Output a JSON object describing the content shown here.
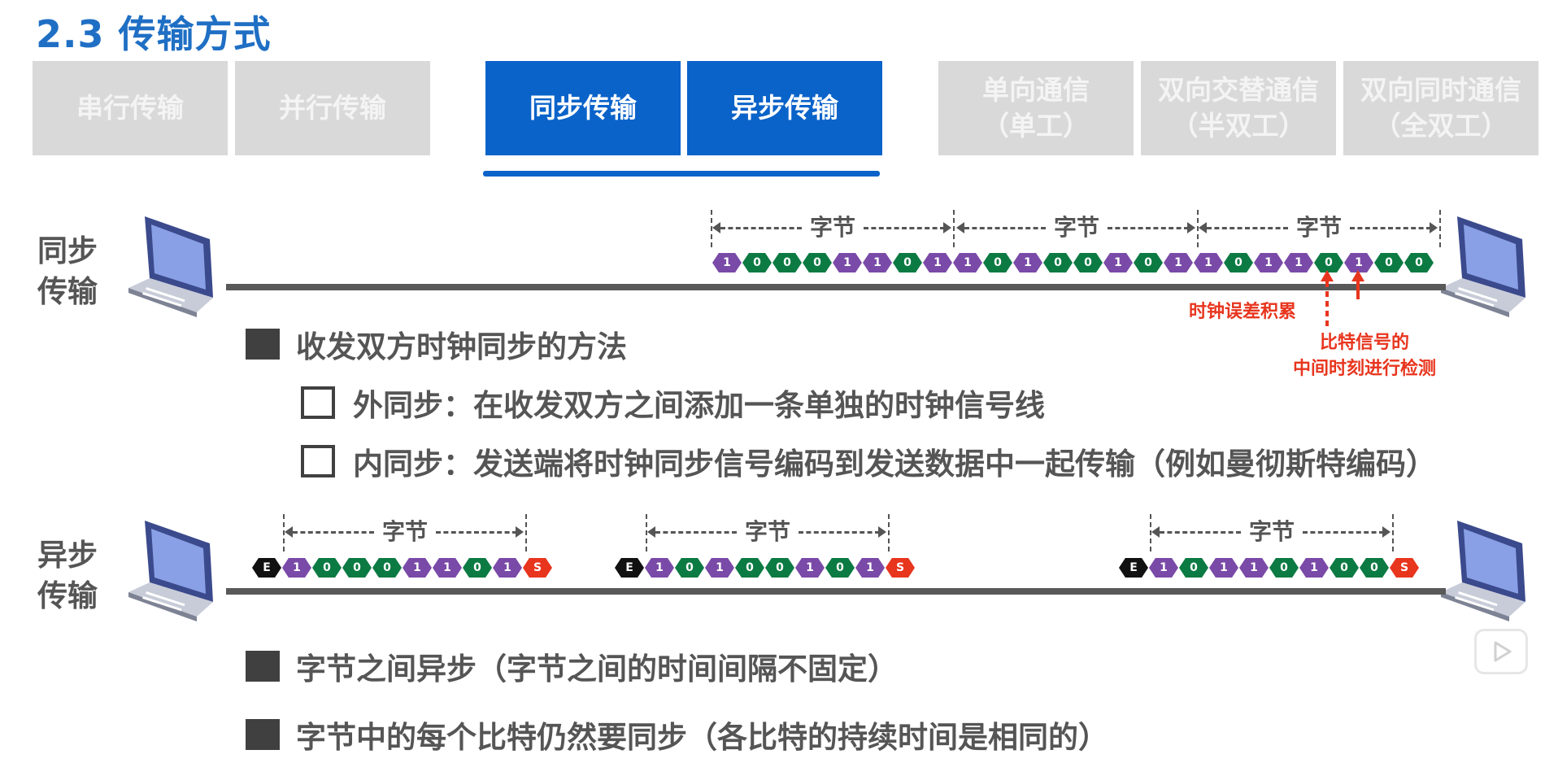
{
  "title": "2.3 传输方式",
  "tabs": [
    {
      "label": "串行传输",
      "sub": ""
    },
    {
      "label": "并行传输",
      "sub": ""
    },
    {
      "label": "同步传输",
      "sub": ""
    },
    {
      "label": "异步传输",
      "sub": ""
    },
    {
      "label": "单向通信",
      "sub": "（单工）"
    },
    {
      "label": "双向交替通信",
      "sub": "（半双工）"
    },
    {
      "label": "双向同时通信",
      "sub": "（全双工）"
    }
  ],
  "sync": {
    "label_line1": "同步",
    "label_line2": "传输",
    "byte_label": "字节",
    "bits": [
      "1",
      "0",
      "0",
      "0",
      "1",
      "1",
      "0",
      "1",
      "1",
      "0",
      "1",
      "0",
      "0",
      "1",
      "0",
      "1",
      "1",
      "0",
      "1",
      "1",
      "0",
      "1",
      "0",
      "0"
    ],
    "note_error": "时钟误差积累",
    "note_mid_line1": "比特信号的",
    "note_mid_line2": "中间时刻进行检测",
    "heading": "收发双方时钟同步的方法",
    "item1": "外同步：在收发双方之间添加一条单独的时钟信号线",
    "item2": "内同步：发送端将时钟同步信号编码到发送数据中一起传输（例如曼彻斯特编码）"
  },
  "async": {
    "label_line1": "异步",
    "label_line2": "传输",
    "byte_label": "字节",
    "start_bit": "E",
    "stop_bit": "S",
    "frames": [
      [
        "1",
        "0",
        "0",
        "0",
        "1",
        "1",
        "0",
        "1"
      ],
      [
        "1",
        "0",
        "1",
        "0",
        "0",
        "1",
        "0",
        "1"
      ],
      [
        "1",
        "0",
        "1",
        "1",
        "0",
        "1",
        "0",
        "0"
      ]
    ],
    "bullet1": "字节之间异步（字节之间的时间间隔不固定）",
    "bullet2": "字节中的每个比特仍然要同步（各比特的持续时间是相同的）"
  },
  "colors": {
    "accent": "#0a63c9",
    "title": "#1f6fc4",
    "bit_one": "#7a4aa8",
    "bit_zero": "#0c7a43",
    "stop": "#e8351e",
    "note": "#e8351e"
  },
  "icons": {
    "laptop": "laptop-icon",
    "play": "play-icon"
  }
}
